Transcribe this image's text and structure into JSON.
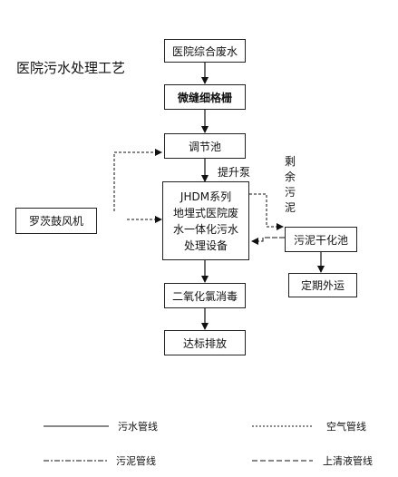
{
  "title": "医院污水处理工艺",
  "boxes": {
    "box1": "医院综合废水",
    "box2": "微缝细格栅",
    "box3": "调节池",
    "box4_lines": [
      "JHDM系列",
      "地埋式医院废",
      "水一体化污水",
      "处理设备"
    ],
    "box5": "二氧化氯消毒",
    "box6": "达标排放",
    "blower": "罗茨鼓风机",
    "sludge_tank": "污泥干化池",
    "transport": "定期外运"
  },
  "labels": {
    "pump": "提升泵",
    "excess_sludge_chars": [
      "剩",
      "余",
      "污",
      "泥"
    ]
  },
  "legend": {
    "sewage": "污水管线",
    "air": "空气管线",
    "sludge": "污泥管线",
    "supernatant": "上清液管线"
  }
}
